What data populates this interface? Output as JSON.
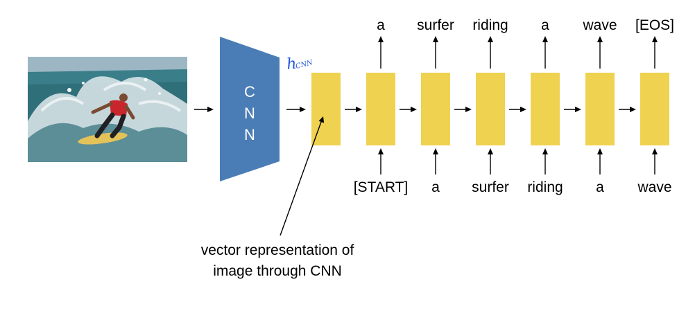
{
  "cnn": {
    "letters": [
      "C",
      "N",
      "N"
    ],
    "fill": "#4a7db5"
  },
  "hidden_label": {
    "base": "h",
    "subscript": "CNN",
    "color": "#2255d6"
  },
  "box_color": "#efd24f",
  "rnn": {
    "outputs": [
      "a",
      "surfer",
      "riding",
      "a",
      "wave",
      "[EOS]"
    ],
    "inputs": [
      "[START]",
      "a",
      "surfer",
      "riding",
      "a",
      "wave"
    ]
  },
  "caption": {
    "line1": "vector representation of",
    "line2": "image through CNN"
  },
  "photo": {
    "icon": "surfer-photo",
    "sky": "#9db6c3",
    "sea": "#2f6f7a",
    "foam": "#e9f1f2"
  }
}
